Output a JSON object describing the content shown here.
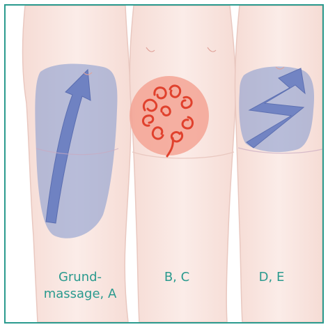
{
  "captions": {
    "a_line1": "Grund-",
    "a_line2": "massage, A",
    "b": "B, C",
    "d": "D, E"
  },
  "colors": {
    "border": "#2a9a8e",
    "caption": "#2a9a8e",
    "skin": "#f9e6e1",
    "skin_outline": "#e9c8c0",
    "blue_overlay": "#8ea0d0",
    "blue_arrow": "#6f82c2",
    "red_area": "#f4a090",
    "red_spiral": "#e0412d"
  },
  "panels": [
    {
      "label": "Grund- massage, A",
      "technique": "upward-arrow-stroke"
    },
    {
      "label": "B, C",
      "technique": "circular-spirals"
    },
    {
      "label": "D, E",
      "technique": "zigzag-arrow-stroke"
    }
  ]
}
